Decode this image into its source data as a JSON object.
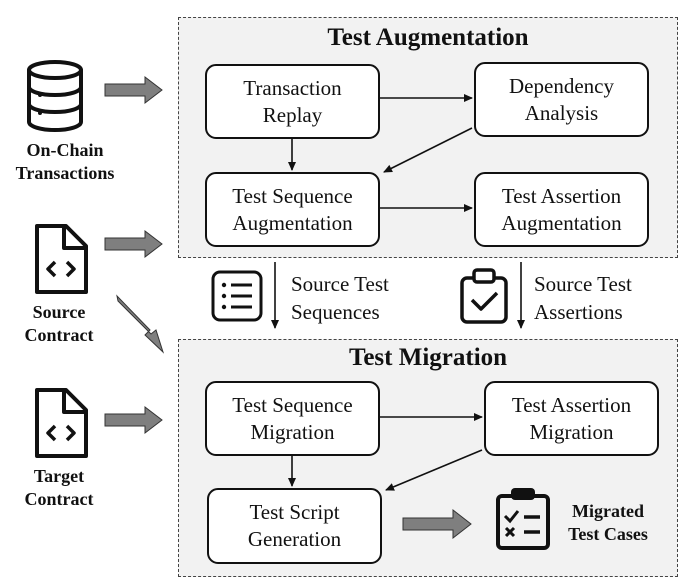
{
  "augmentation": {
    "title": "Test Augmentation",
    "transaction_replay": [
      "Transaction",
      "Replay"
    ],
    "dependency_analysis": [
      "Dependency",
      "Analysis"
    ],
    "test_sequence_augmentation": [
      "Test Sequence",
      "Augmentation"
    ],
    "test_assertion_augmentation": [
      "Test Assertion",
      "Augmentation"
    ]
  },
  "migration": {
    "title": "Test Migration",
    "test_sequence_migration": [
      "Test Sequence",
      "Migration"
    ],
    "test_assertion_migration": [
      "Test Assertion",
      "Migration"
    ],
    "test_script_generation": [
      "Test Script",
      "Generation"
    ]
  },
  "inputs": {
    "on_chain": [
      "On-Chain",
      "Transactions"
    ],
    "source_contract": [
      "Source",
      "Contract"
    ],
    "target_contract": [
      "Target",
      "Contract"
    ]
  },
  "intermediate": {
    "source_test_sequences": [
      "Source Test",
      "Sequences"
    ],
    "source_test_assertions": [
      "Source Test",
      "Assertions"
    ]
  },
  "output": {
    "migrated_test_cases": [
      "Migrated",
      "Test Cases"
    ]
  },
  "icons": {
    "database": "database-icon",
    "source_file": "code-file-icon",
    "target_file": "code-file-icon",
    "list": "list-icon",
    "clipboard_check": "clipboard-check-icon",
    "clipboard_result": "clipboard-results-icon"
  },
  "colors": {
    "panel_fill": "#f2f2f2",
    "block_arrow": "#7f7f7f",
    "stroke": "#111111"
  }
}
